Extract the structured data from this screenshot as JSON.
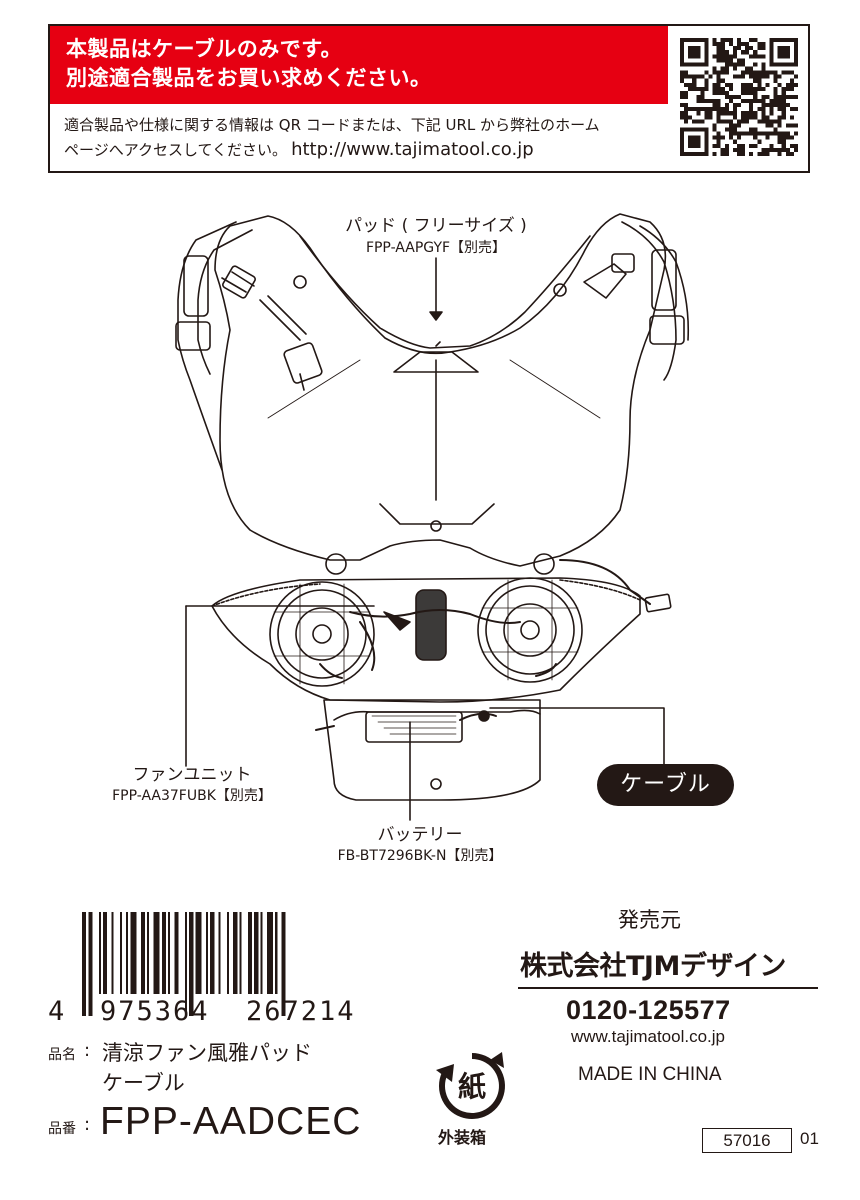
{
  "notice": {
    "line1": "本製品はケーブルのみです。",
    "line2": "別途適合製品をお買い求めください。",
    "info1": "適合製品や仕様に関する情報は QR コードまたは、下記 URL から弊社のホーム",
    "info2": "ページへアクセスしてください。",
    "url": "http://www.tajimatool.co.jp"
  },
  "diagram": {
    "pad": {
      "name": "パッド ( フリーサイズ )",
      "code": "FPP-AAPGYF【別売】"
    },
    "fan": {
      "name": "ファンユニット",
      "code": "FPP-AA37FUBK【別売】"
    },
    "battery": {
      "name": "バッテリー",
      "code": "FB-BT7296BK-N【別売】"
    },
    "cable": "ケーブル"
  },
  "barcode": {
    "digits": [
      "4",
      "975364",
      "267214"
    ]
  },
  "product": {
    "name_label": "品名",
    "name_line1": "清涼ファン風雅パッド",
    "name_line2": "ケーブル",
    "code_label": "品番",
    "code": "FPP-AADCEC",
    "colon": ":"
  },
  "seller": {
    "label": "発売元",
    "company": "株式会社TJMデザイン",
    "phone": "0120-125577",
    "site": "www.tajimatool.co.jp",
    "origin": "MADE IN CHINA"
  },
  "recycle": {
    "mark": "紙",
    "label": "外装箱"
  },
  "lot": {
    "number": "57016",
    "suffix": "01"
  },
  "colors": {
    "red": "#e60012",
    "ink": "#231815"
  }
}
